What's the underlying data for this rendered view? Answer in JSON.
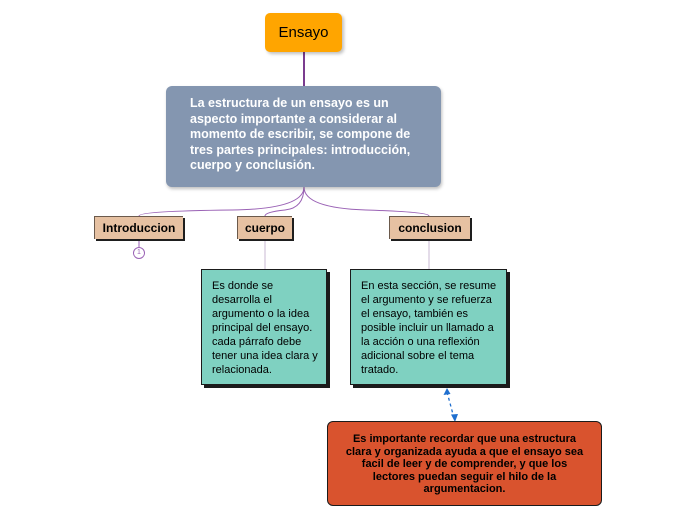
{
  "diagram": {
    "root": {
      "label": "Ensayo"
    },
    "main": {
      "text": "La estructura de un ensayo es un aspecto importante a considerar al momento de escribir, se compone de tres partes principales: introducción, cuerpo y conclusión."
    },
    "branches": [
      {
        "label": "Introduccion",
        "badge": "1"
      },
      {
        "label": "cuerpo",
        "detail": "Es donde se desarrolla el argumento o la idea principal del ensayo. cada párrafo debe tener una idea clara y relacionada."
      },
      {
        "label": "conclusion",
        "detail": "En esta sección, se resume el argumento y se refuerza el ensayo, también es posible incluir un llamado a la acción o una reflexión adicional sobre el tema tratado."
      }
    ],
    "note": {
      "text": "Es importante recordar que una estructura  clara y organizada ayuda a que el ensayo sea facil de leer y de comprender, y que los lectores puedan seguir el hilo de la argumentacion."
    },
    "colors": {
      "root": "#ffa500",
      "main": "#8496b0",
      "branch": "#e6c1a2",
      "card": "#7fd1c1",
      "note": "#d9532e",
      "connector": "#9a62b5",
      "dashed_link": "#1f6fcf"
    }
  }
}
